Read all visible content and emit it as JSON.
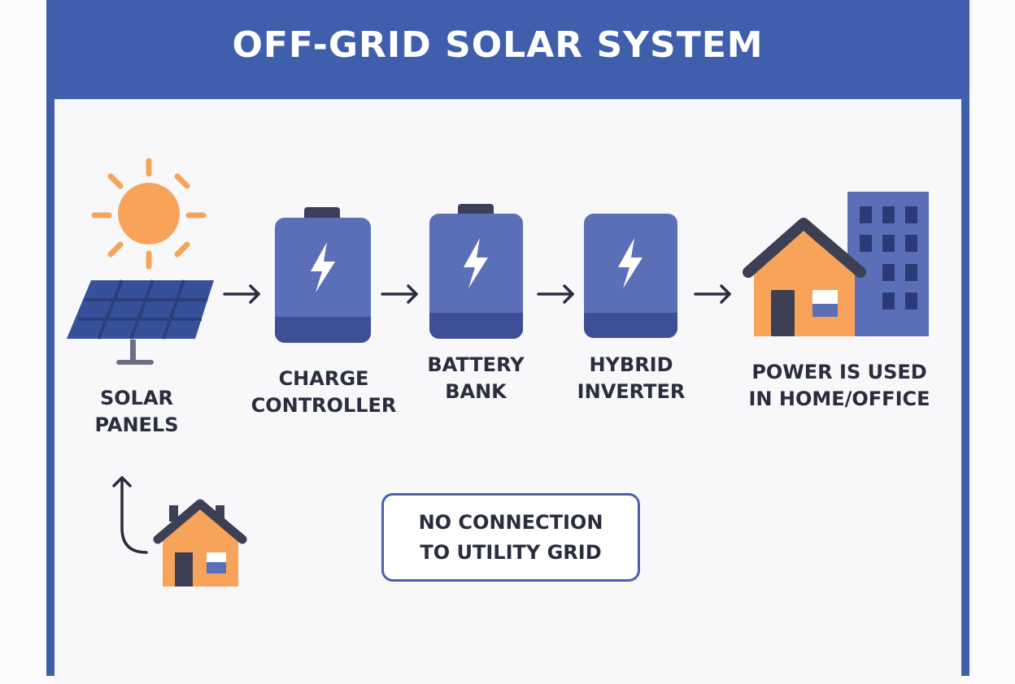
{
  "title": "OFF-GRID SOLAR SYSTEM",
  "steps": [
    {
      "line1": "SOLAR",
      "line2": "PANELS",
      "icon": "solar-panel-icon"
    },
    {
      "line1": "CHARGE",
      "line2": "CONTROLLER",
      "icon": "charge-controller-icon"
    },
    {
      "line1": "BATTERY",
      "line2": "BANK",
      "icon": "battery-icon"
    },
    {
      "line1": "HYBRID",
      "line2": "INVERTER",
      "icon": "inverter-icon"
    },
    {
      "line1": "POWER IS USED",
      "line2": "IN HOME/OFFICE",
      "icon": "home-office-icon"
    }
  ],
  "note": {
    "line1": "NO CONNECTION",
    "line2": "TO UTILITY GRID"
  },
  "colors": {
    "primary": "#3f5eab",
    "device": "#5b6fb8",
    "device_dark": "#3f4f96",
    "orange": "#f7a45a",
    "dark": "#3d3f55"
  }
}
